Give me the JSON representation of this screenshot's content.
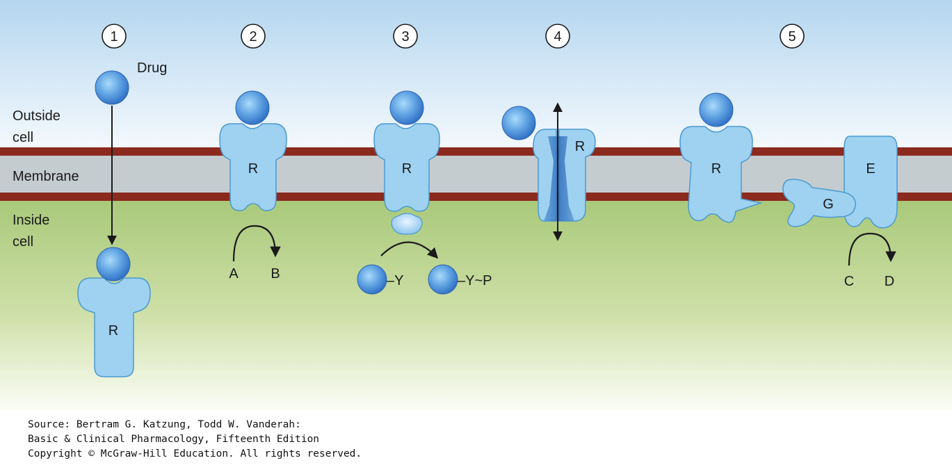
{
  "regions": {
    "outside_cell": [
      "Outside",
      "cell"
    ],
    "membrane": "Membrane",
    "inside_cell": [
      "Inside",
      "cell"
    ]
  },
  "mechanisms": [
    {
      "number": "1",
      "drug_label": "Drug",
      "receptor_label": "R"
    },
    {
      "number": "2",
      "receptor_label": "R",
      "substrate": "A",
      "product": "B"
    },
    {
      "number": "3",
      "receptor_label": "R",
      "substrate": "–Y",
      "product": "–Y~P"
    },
    {
      "number": "4",
      "receptor_label": "R"
    },
    {
      "number": "5",
      "receptor_label": "R",
      "g_protein_label": "G",
      "effector_label": "E",
      "substrate": "C",
      "product": "D"
    }
  ],
  "source": [
    "Source: Bertram G. Katzung, Todd W. Vanderah:",
    "Basic & Clinical Pharmacology, Fifteenth Edition",
    "Copyright © McGraw-Hill Education. All rights reserved."
  ],
  "colors": {
    "sky_top": "#b4d6ef",
    "membrane_line": "#8b2a1e",
    "membrane_fill": "#c5ccd0",
    "cytoplasm_top": "#a9c97a",
    "receptor_fill": "#9fd1f1",
    "receptor_stroke": "#4a9ad0",
    "drug_fill": "#3d82d4"
  }
}
